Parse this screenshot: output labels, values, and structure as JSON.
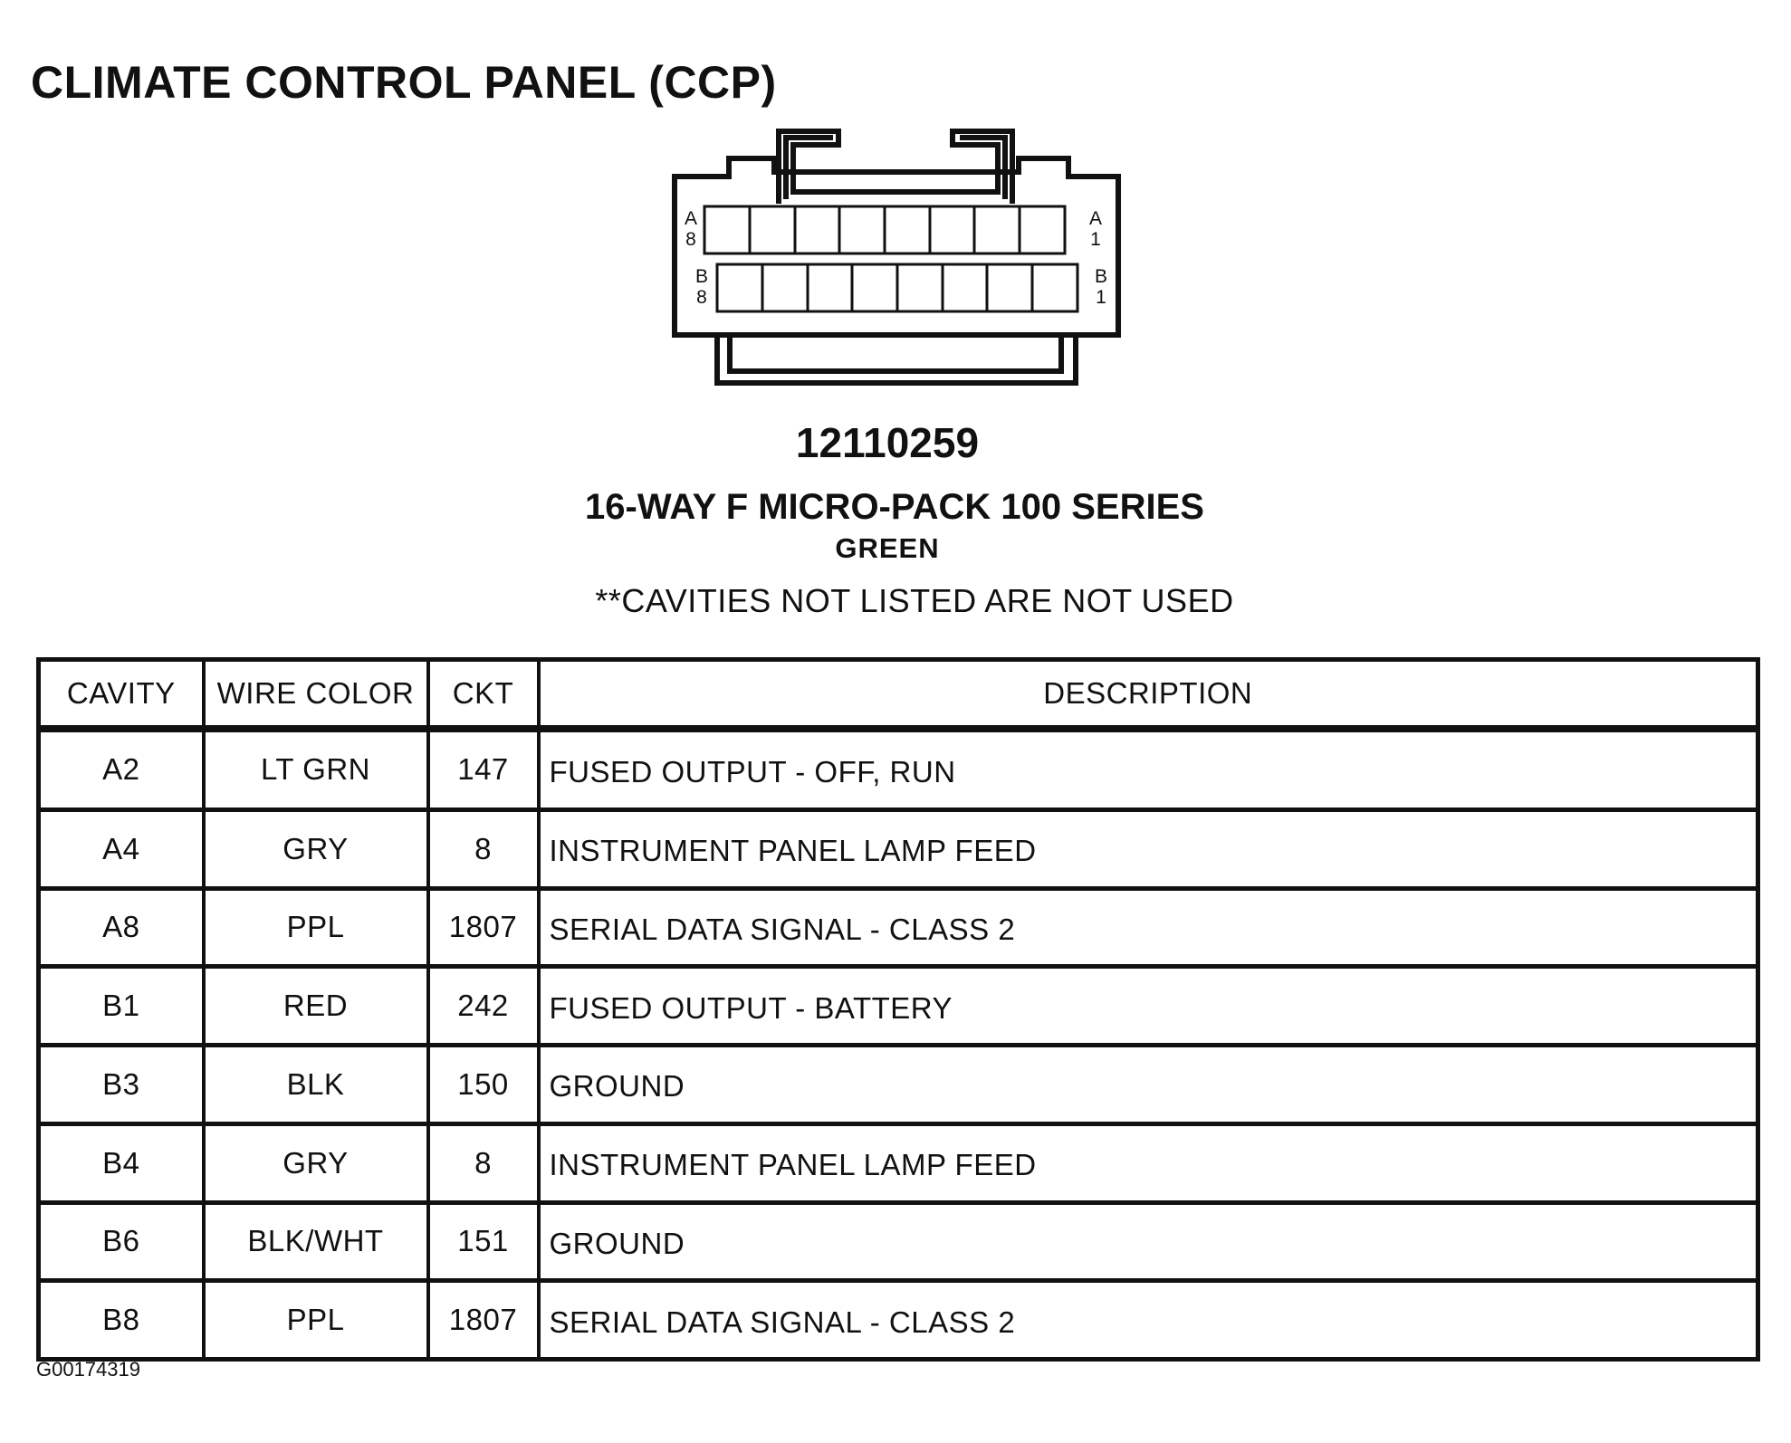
{
  "title": "CLIMATE CONTROL PANEL (CCP)",
  "connector": {
    "row_a_left_label": "A",
    "row_a_left_num": "8",
    "row_a_right_label": "A",
    "row_a_right_num": "1",
    "row_b_left_label": "B",
    "row_b_left_num": "8",
    "row_b_right_label": "B",
    "row_b_right_num": "1",
    "cavities_per_row": 8
  },
  "part_number": "12110259",
  "connector_type": "16-WAY F MICRO-PACK 100 SERIES",
  "connector_color": "GREEN",
  "note": "**CAVITIES NOT LISTED ARE NOT USED",
  "table": {
    "headers": [
      "CAVITY",
      "WIRE COLOR",
      "CKT",
      "DESCRIPTION"
    ],
    "rows": [
      {
        "cavity": "A2",
        "wire_color": "LT GRN",
        "ckt": "147",
        "description": "FUSED OUTPUT - OFF, RUN"
      },
      {
        "cavity": "A4",
        "wire_color": "GRY",
        "ckt": "8",
        "description": "INSTRUMENT PANEL LAMP FEED"
      },
      {
        "cavity": "A8",
        "wire_color": "PPL",
        "ckt": "1807",
        "description": "SERIAL DATA SIGNAL - CLASS 2"
      },
      {
        "cavity": "B1",
        "wire_color": "RED",
        "ckt": "242",
        "description": "FUSED OUTPUT - BATTERY"
      },
      {
        "cavity": "B3",
        "wire_color": "BLK",
        "ckt": "150",
        "description": "GROUND"
      },
      {
        "cavity": "B4",
        "wire_color": "GRY",
        "ckt": "8",
        "description": "INSTRUMENT PANEL LAMP FEED"
      },
      {
        "cavity": "B6",
        "wire_color": "BLK/WHT",
        "ckt": "151",
        "description": "GROUND"
      },
      {
        "cavity": "B8",
        "wire_color": "PPL",
        "ckt": "1807",
        "description": "SERIAL DATA SIGNAL - CLASS 2"
      }
    ]
  },
  "footer_code": "G00174319"
}
